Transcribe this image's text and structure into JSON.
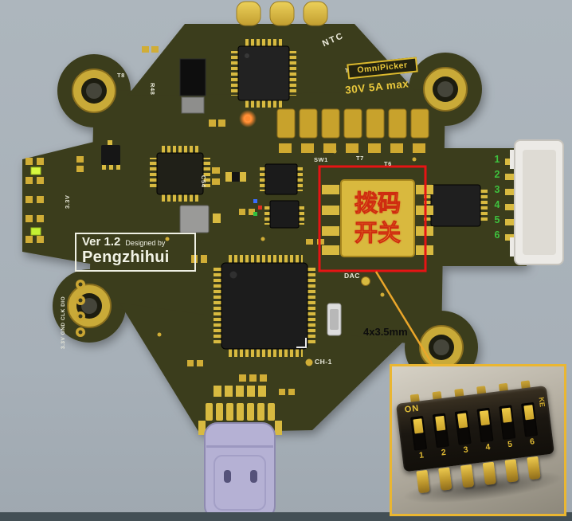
{
  "board": {
    "silkscreen": {
      "ntc": "NTC",
      "t5": "T5",
      "t6": "T6",
      "t7": "T7",
      "t8": "T8",
      "r48": "R48",
      "c54": "C54",
      "sw1": "SW1",
      "dac": "DAC",
      "ch1": "CH-1",
      "rail_3v3": "3.3V",
      "debug_header": "3.3V GND CLK DIO",
      "version": "Ver 1.2",
      "designed_by": "Designed by",
      "designer": "Pengzhihui"
    },
    "product_label": {
      "brand": "OmniPicker",
      "rating": "30V 5A max"
    },
    "connector_pins": [
      "1",
      "2",
      "3",
      "4",
      "5",
      "6"
    ]
  },
  "annotations": {
    "dip_label_line1": "拨码",
    "dip_label_line2": "开关",
    "dimension": "4x3.5mm"
  },
  "inset": {
    "on_label": "ON",
    "ke_label": "KE",
    "positions": [
      "1",
      "2",
      "3",
      "4",
      "5",
      "6"
    ]
  },
  "colors": {
    "background": "#a9b2ba",
    "board": "#3b3c1d",
    "gold": "#d8ba40",
    "highlight_red": "#e61414",
    "callout_orange": "#eaa62a",
    "pin_number_green": "#3ec23e",
    "usb_lavender": "#b5b1d4",
    "label_yellow": "#e9c83c"
  }
}
